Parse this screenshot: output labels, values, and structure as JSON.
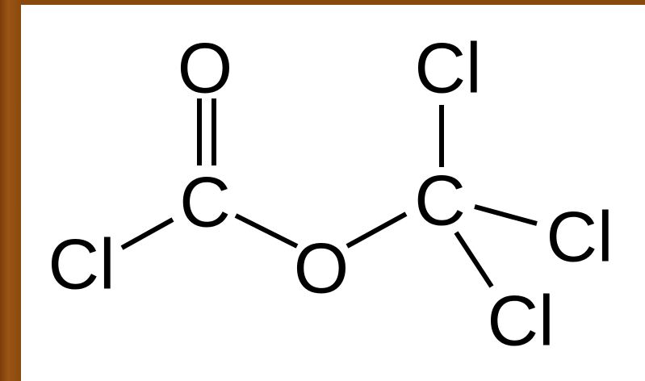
{
  "molecule": {
    "atoms": {
      "oxygen_carbonyl": "O",
      "carbon_carbonyl": "C",
      "chlorine_acyl": "Cl",
      "oxygen_ester": "O",
      "carbon_trichloromethyl": "C",
      "chlorine_top": "Cl",
      "chlorine_right": "Cl",
      "chlorine_bottom": "Cl"
    },
    "colors": {
      "frame": "#8a4a0e",
      "background": "#ffffff",
      "ink": "#000000"
    }
  }
}
